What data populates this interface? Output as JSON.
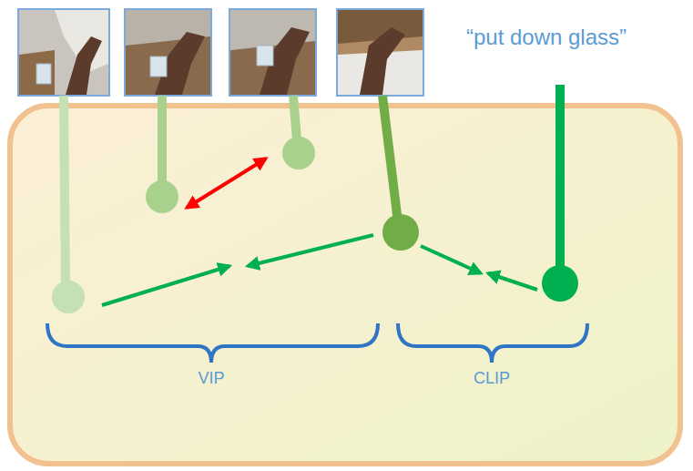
{
  "diagram": {
    "labels": [
      "“put down glass”",
      "VIP",
      "CLIP"
    ]
  }
}
